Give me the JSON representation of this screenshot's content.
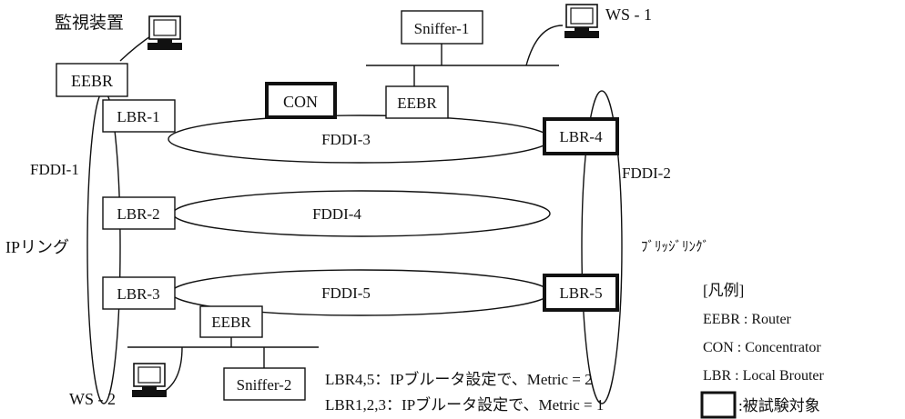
{
  "nodes": {
    "monitor_label": "監視装置",
    "eebr_top_left": "EEBR",
    "sniffer1": "Sniffer-1",
    "ws1": "WS - 1",
    "con": "CON",
    "eebr_top_center": "EEBR",
    "lbr1": "LBR-1",
    "lbr2": "LBR-2",
    "lbr3": "LBR-3",
    "lbr4": "LBR-4",
    "lbr5": "LBR-5",
    "eebr_bottom": "EEBR",
    "sniffer2": "Sniffer-2",
    "ws2": "WS - 2"
  },
  "rings": {
    "fddi1": "FDDI-1",
    "fddi2": "FDDI-2",
    "fddi3": "FDDI-3",
    "fddi4": "FDDI-4",
    "fddi5": "FDDI-5",
    "ip_ring": "IPリング",
    "bridge_ring": "ﾌﾞﾘｯｼﾞﾘﾝｸﾞ"
  },
  "notes": {
    "line1": "LBR4,5：IPブルータ設定で、Metric = 2",
    "line2": "LBR1,2,3：IPブルータ設定で、Metric = 1"
  },
  "legend": {
    "title": "[凡例]",
    "eebr": "EEBR : Router",
    "con": "CON : Concentrator",
    "lbr": "LBR : Local Brouter",
    "target": ":被試験対象"
  }
}
